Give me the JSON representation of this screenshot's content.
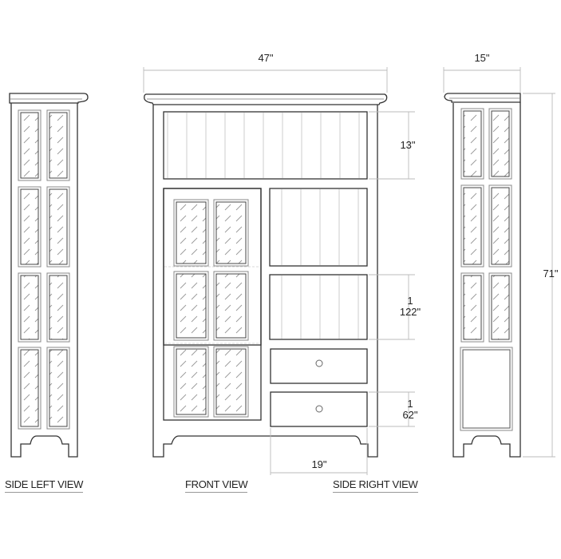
{
  "drawing": {
    "title": "Cabinet elevation drawing",
    "views": [
      {
        "id": "side-left",
        "label": "SIDE LEFT VIEW"
      },
      {
        "id": "front",
        "label": "FRONT  VIEW"
      },
      {
        "id": "side-right",
        "label": "SIDE RIGHT VIEW"
      }
    ],
    "dimensions": {
      "overall_width": "47\"",
      "overall_depth": "15\"",
      "overall_height": "71\"",
      "top_open_shelf_height": "13\"",
      "middle_shelf_height_line1": "1",
      "middle_shelf_height_line2": "122\"",
      "drawer_height_line1": "1",
      "drawer_height_line2": "62\"",
      "drawer_width": "19\""
    },
    "colors": {
      "line": "#333333",
      "dimension_line": "#bbbbbb",
      "glass_hatch": "#888888",
      "panel_inner": "#aaaaaa",
      "background": "#ffffff"
    }
  }
}
